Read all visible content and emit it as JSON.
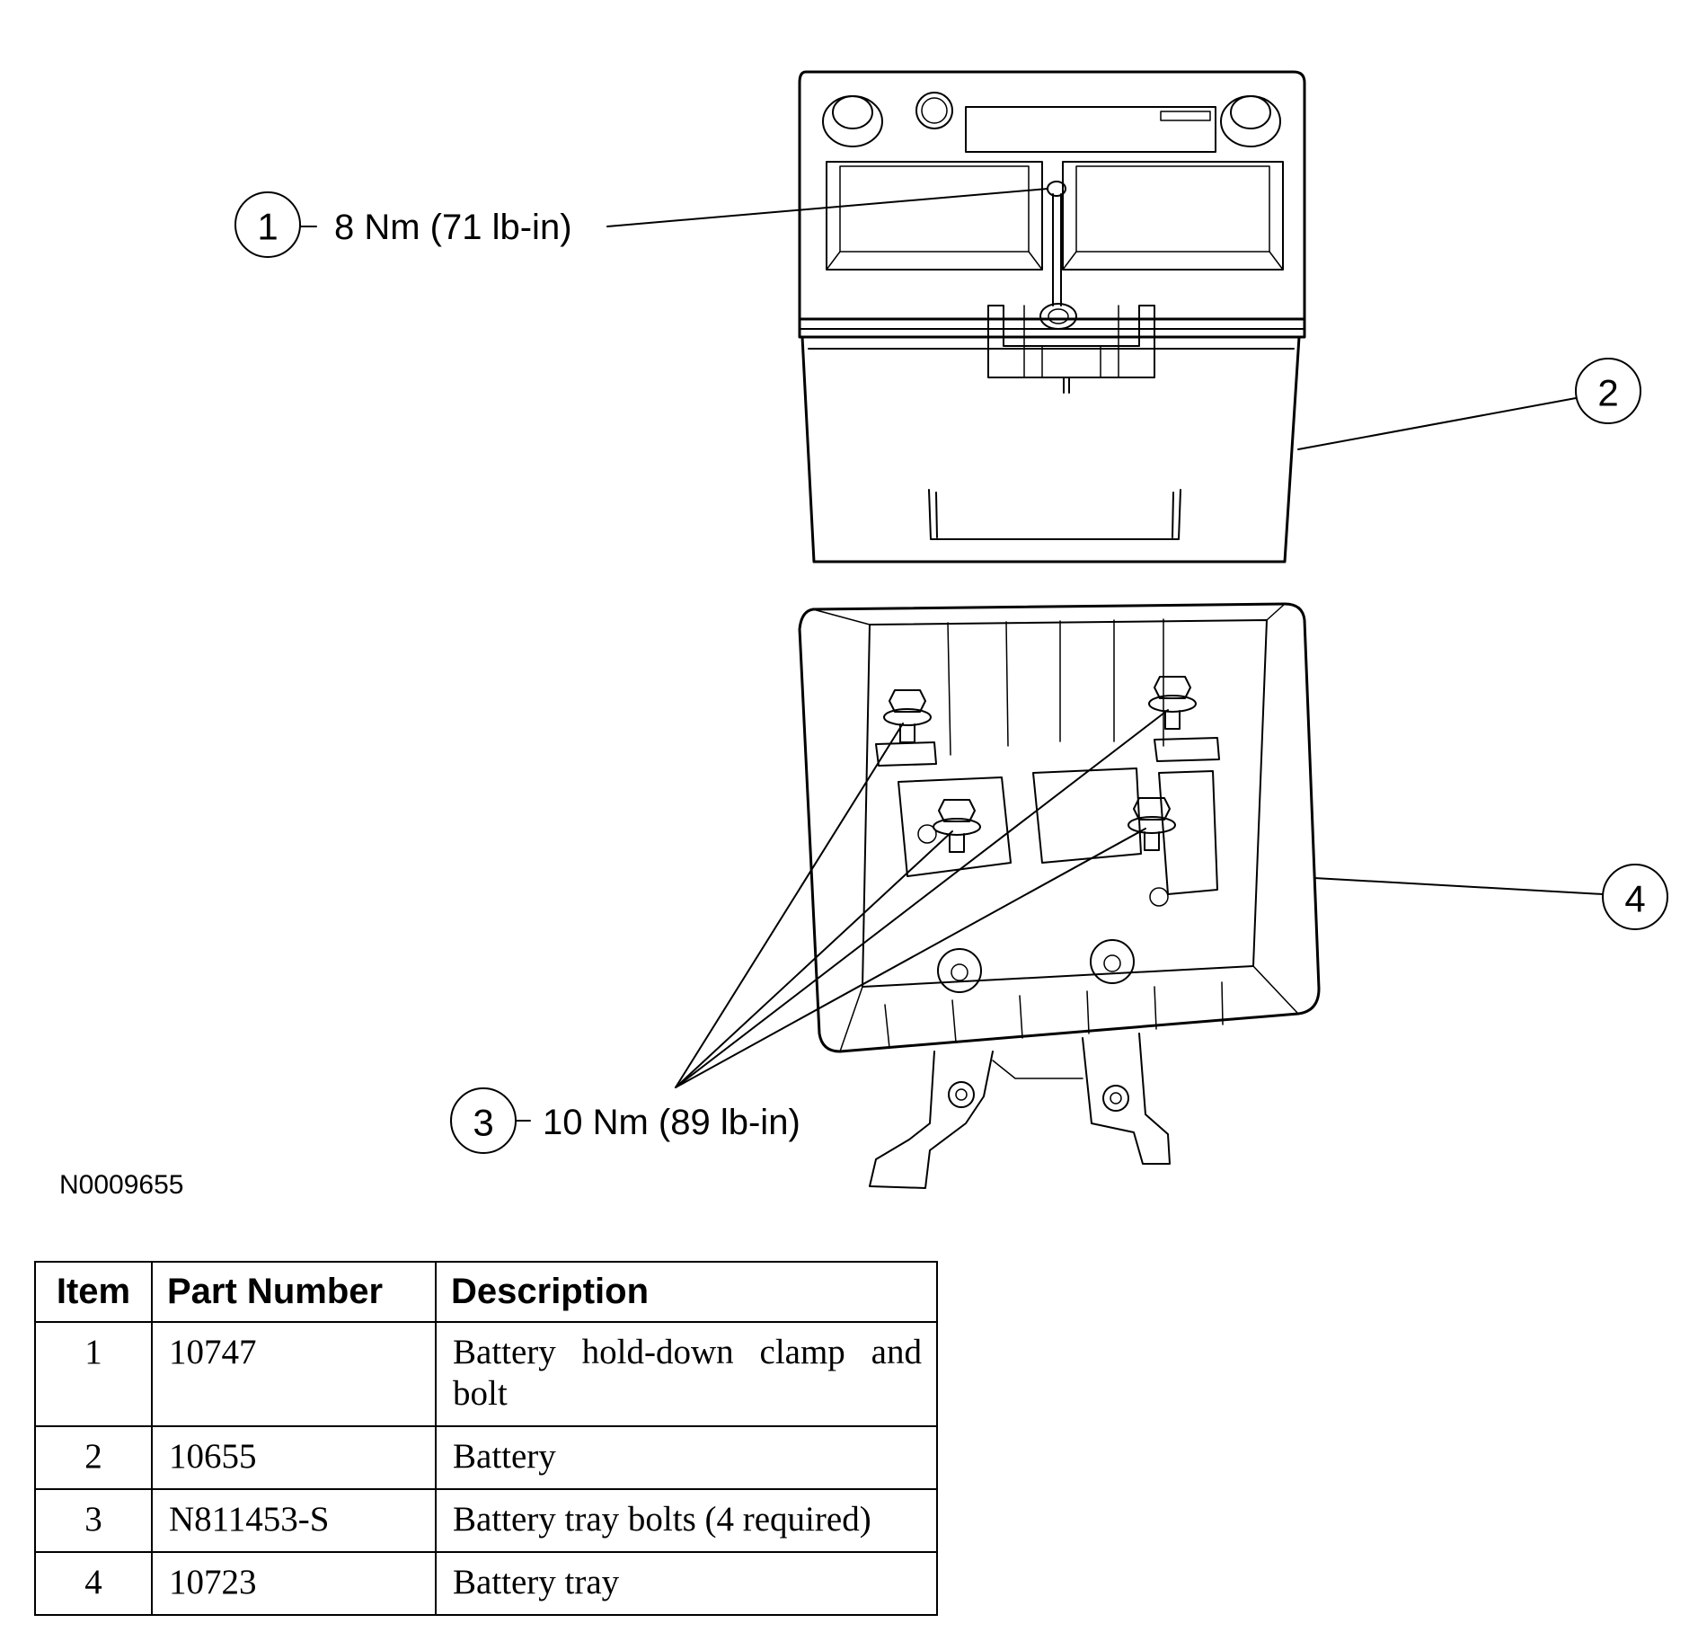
{
  "callouts": [
    {
      "number": "1",
      "torque": "8 Nm (71 lb-in)"
    },
    {
      "number": "2",
      "torque": ""
    },
    {
      "number": "3",
      "torque": "10 Nm (89 lb-in)"
    },
    {
      "number": "4",
      "torque": ""
    }
  ],
  "figure_id": "N0009655",
  "table": {
    "headers": {
      "item": "Item",
      "part_number": "Part Number",
      "description": "Description"
    },
    "rows": [
      {
        "item": "1",
        "part_number": "10747",
        "description": "Battery hold-down clamp and bolt"
      },
      {
        "item": "2",
        "part_number": "10655",
        "description": "Battery"
      },
      {
        "item": "3",
        "part_number": "N811453-S",
        "description": "Battery tray bolts (4 required)"
      },
      {
        "item": "4",
        "part_number": "10723",
        "description": "Battery tray"
      }
    ]
  }
}
